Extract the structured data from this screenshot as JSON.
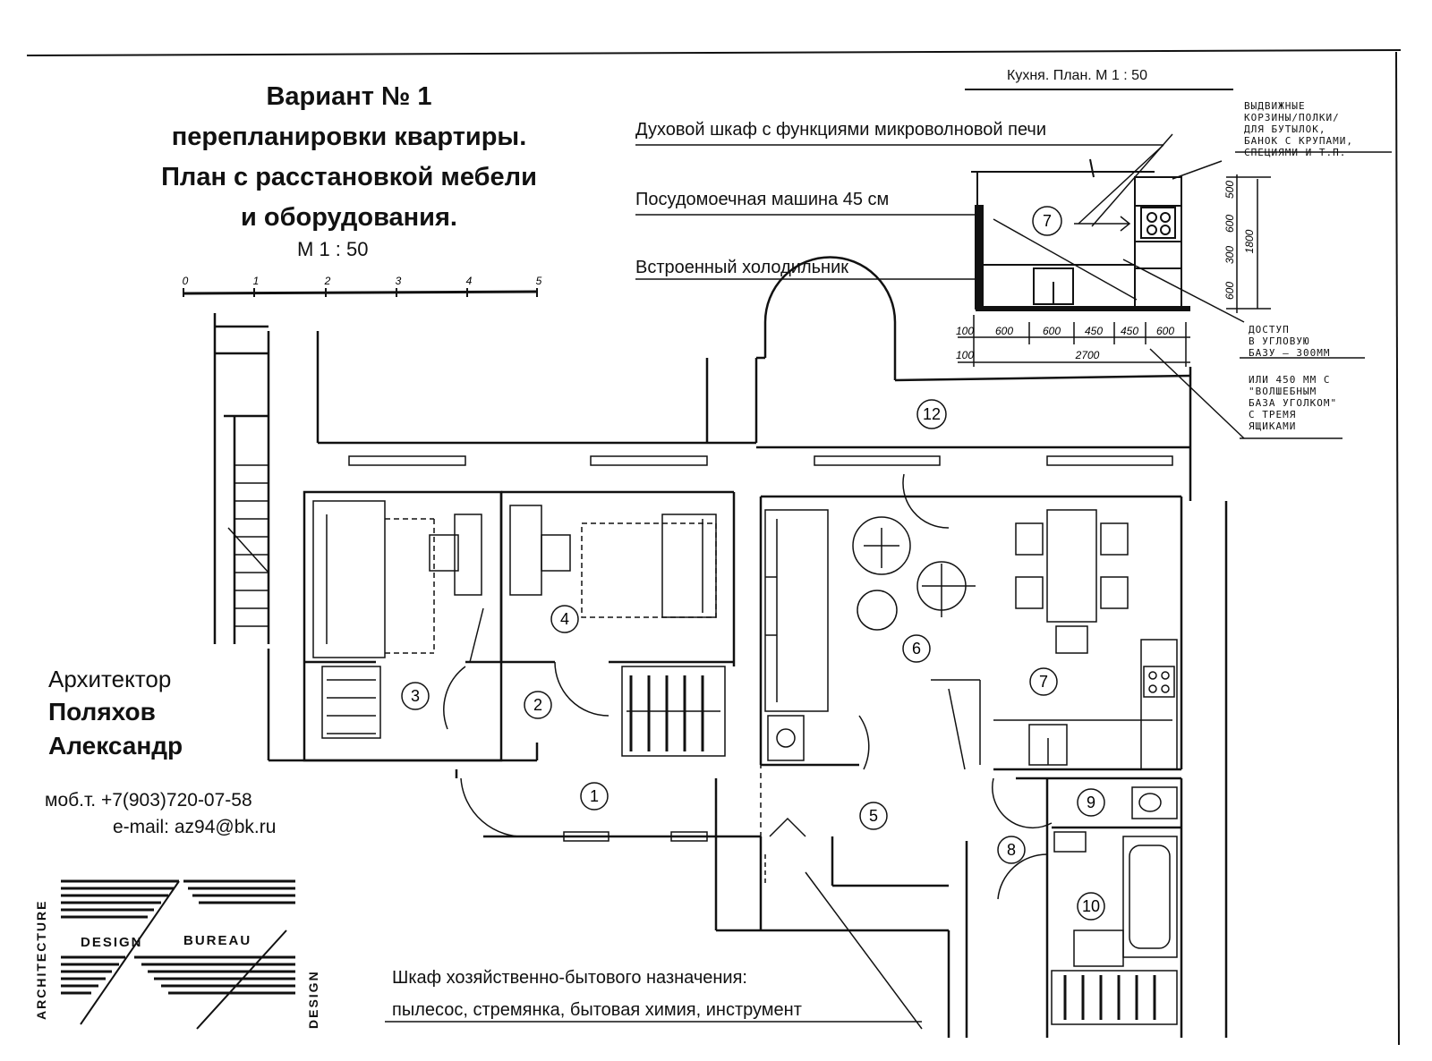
{
  "title": {
    "line1": "Вариант № 1",
    "line2": "перепланировки квартиры.",
    "line3": "План с расстановкой мебели",
    "line4": "и оборудования.",
    "scale": "М 1 : 50"
  },
  "scale_bar": {
    "ticks": [
      "0",
      "1",
      "2",
      "3",
      "4",
      "5"
    ]
  },
  "kitchen_inset": {
    "caption": "Кухня. План. М 1 : 50",
    "callouts": {
      "oven": "Духовой шкаф с функциями микроволновой печи",
      "dishwasher": "Посудомоечная машина 45 см",
      "fridge": "Встроенный холодильник"
    },
    "notes": {
      "baskets": [
        "ВЫДВИЖНЫЕ",
        "КОРЗИНЫ/ПОЛКИ/",
        "ДЛЯ БУТЫЛОК,",
        "БАНОК С КРУПАМИ,",
        "СПЕЦИЯМИ И Т.П."
      ],
      "corner_access": [
        "ДОСТУП",
        "В УГЛОВУЮ",
        "БАЗУ – 300ММ"
      ],
      "corner_alt": [
        "ИЛИ 450 ММ С",
        "\"ВОЛШЕБНЫМ",
        "БАЗА  УГОЛКОМ\"",
        "С ТРЕМЯ",
        "ЯЩИКАМИ"
      ]
    },
    "dims_h": [
      "100",
      "600",
      "600",
      "450",
      "450",
      "600",
      "100",
      "2700"
    ],
    "dims_v": [
      "600",
      "300",
      "600",
      "500",
      "1800"
    ],
    "room": "7"
  },
  "rooms": [
    "1",
    "2",
    "3",
    "4",
    "5",
    "6",
    "7",
    "8",
    "9",
    "10",
    "12"
  ],
  "architect": {
    "label": "Архитектор",
    "first": "Поляхов",
    "last": "Александр",
    "phone": "моб.т. +7(903)720-07-58",
    "email": "e-mail: az94@bk.ru"
  },
  "logo": {
    "architecture": "ARCHITECTURE",
    "design": "DESIGN",
    "bureau": "BUREAU",
    "design_v": "DESIGN"
  },
  "storage_note": {
    "line1": "Шкаф хозяйственно-бытового назначения:",
    "line2": "пылесос, стремянка,  бытовая химия, инструмент"
  }
}
